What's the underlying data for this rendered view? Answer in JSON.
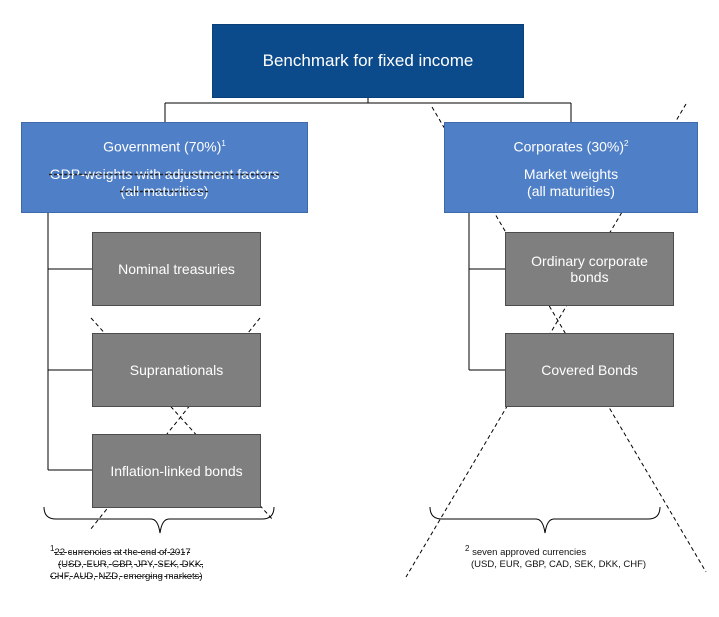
{
  "top": {
    "title": "Benchmark for fixed income"
  },
  "government": {
    "title": "Government (70%)",
    "footnote_marker": "1",
    "line2": "GDP-weights with adjustment factors",
    "line3": "(all maturities)",
    "items": [
      "Nominal treasuries",
      "Supranationals",
      "Inflation-linked bonds"
    ]
  },
  "corporates": {
    "title": "Corporates (30%)",
    "footnote_marker": "2",
    "line2": "Market weights",
    "line3": "(all maturities)",
    "items": [
      "Ordinary corporate bonds",
      "Covered Bonds"
    ]
  },
  "footnotes": {
    "left": {
      "marker": "1",
      "line1": "22 currencies at the end of 2017",
      "line2": "(USD, EUR, GBP, JPY, SEK, DKK,",
      "line3": "CHF, AUD, NZD, emerging markets)"
    },
    "right": {
      "marker": "2",
      "line1": "seven approved currencies",
      "line2": "(USD, EUR, GBP, CAD, SEK, DKK, CHF)"
    }
  },
  "colors": {
    "top_box": "#0b4a8b",
    "blue_box": "#4f7fc6",
    "grey_box": "#7f7f7f"
  }
}
